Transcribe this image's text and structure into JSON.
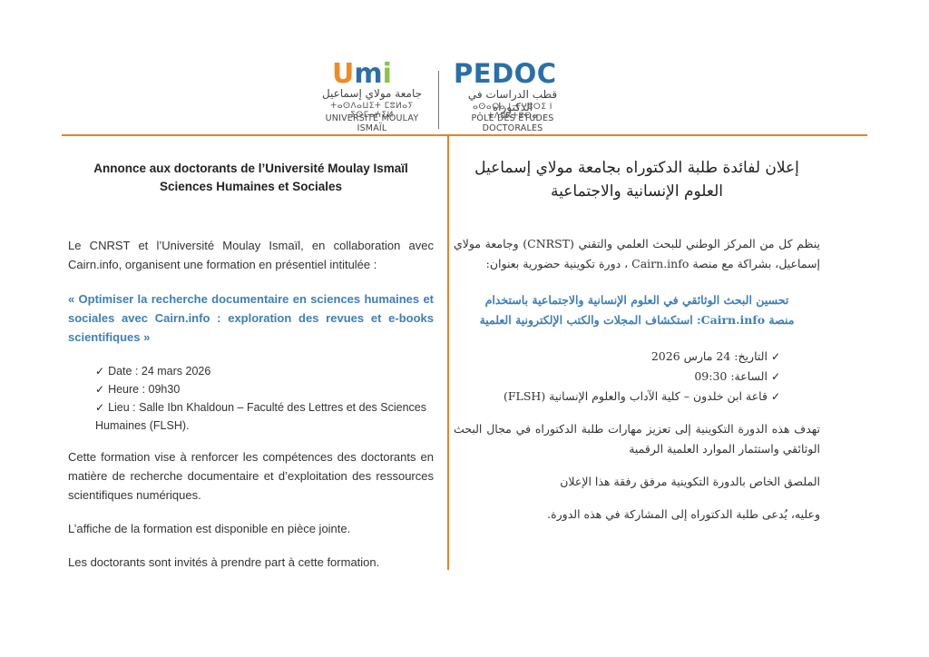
{
  "logos": {
    "umi": {
      "word_letters": [
        "U",
        "m",
        "i"
      ],
      "arabic": "جامعة مولاي إسماعيل",
      "tifinagh": "ⵜⴰⵙⴷⴰⵡⵉⵜ ⵎⵓⵍⴰⵢ ⵉⵙⵎⴰⵄⵉⵍ",
      "french": "UNIVERSITÉ MOULAY ISMAÏL",
      "colors": [
        "#f08a24",
        "#2e6ea8",
        "#8bc34a"
      ]
    },
    "pedoc": {
      "word": "PEDOC",
      "arabic": "قطب الدراسات في الدكتوراه",
      "tifinagh": "ⴰⵙⴰⵔⴰ ⵏ ⵜⵖⵓⵔⵉ ⵏ ⵜⴷⵓⴽⵜⵓⵔⴰ",
      "french": "PÔLE DES ETUDES DOCTORALES",
      "color": "#2a6fa8"
    }
  },
  "colors": {
    "accent": "#e8822a",
    "link_blue": "#3d7fb8"
  },
  "fr": {
    "title_line1": "Annonce aux doctorants de l’Université Moulay Ismaïl",
    "title_line2": "Sciences Humaines et Sociales",
    "intro": "Le CNRST et l’Université Moulay Ismaïl, en collaboration avec Cairn.info, organisent une formation en présentiel intitulée :",
    "quote": "« Optimiser la recherche documentaire en sciences humaines et sociales avec Cairn.info : exploration des revues et e-books scientifiques »",
    "list": [
      "Date : 24 mars 2026",
      "Heure : 09h30",
      "Lieu : Salle Ibn Khaldoun – Faculté des Lettres et des Sciences Humaines (FLSH)."
    ],
    "aim": "Cette formation vise à renforcer les compétences des doctorants en matière de recherche documentaire et d’exploitation des ressources scientifiques numériques.",
    "poster": "L’affiche de la formation est disponible en pièce jointe.",
    "invite": "Les doctorants sont invités à prendre part à cette formation."
  },
  "ar": {
    "title_line1": "إعلان لفائدة طلبة الدكتوراه بجامعة مولاي إسماعيل",
    "title_line2": "العلوم الإنسانية والاجتماعية",
    "intro": "ينظم كل من المركز الوطني للبحث العلمي والتقني (CNRST) وجامعة مولاي إسماعيل، بشراكة مع منصة Cairn.info ، دورة تكوينية حضورية بعنوان:",
    "quote_line1": "تحسين البحث الوثائقي في العلوم الإنسانية والاجتماعية باستخدام",
    "quote_line2": "منصة Cairn.info: استكشاف المجلات والكتب الإلكترونية العلمية",
    "list": [
      "التاريخ: 24 مارس 2026",
      "الساعة: 09:30",
      "قاعة ابن خلدون – كلية الآداب والعلوم الإنسانية (FLSH)"
    ],
    "aim": "تهدف هذه الدورة التكوينية إلى تعزيز مهارات طلبة الدكتوراه في مجال البحث الوثائقي واستثمار الموارد العلمية الرقمية",
    "poster": "الملصق الخاص بالدورة التكوينية مرفق رفقة هذا الإعلان",
    "invite": "وعليه، يُدعى طلبة الدكتوراه إلى المشاركة في هذه الدورة."
  },
  "check_glyph": "✓"
}
